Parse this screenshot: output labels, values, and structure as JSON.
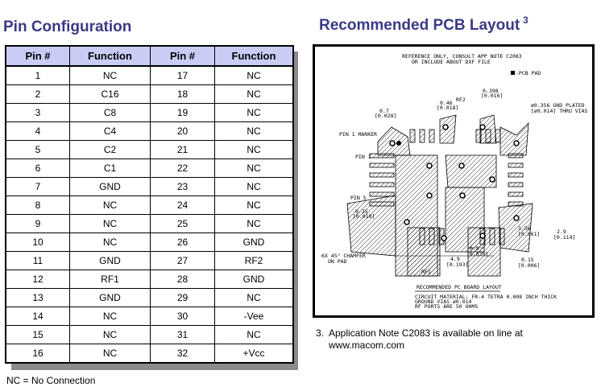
{
  "pin_config": {
    "title": "Pin Configuration",
    "headers": [
      "Pin #",
      "Function",
      "Pin #",
      "Function"
    ],
    "rows": [
      [
        "1",
        "NC",
        "17",
        "NC"
      ],
      [
        "2",
        "C16",
        "18",
        "NC"
      ],
      [
        "3",
        "C8",
        "19",
        "NC"
      ],
      [
        "4",
        "C4",
        "20",
        "NC"
      ],
      [
        "5",
        "C2",
        "21",
        "NC"
      ],
      [
        "6",
        "C1",
        "22",
        "NC"
      ],
      [
        "7",
        "GND",
        "23",
        "NC"
      ],
      [
        "8",
        "NC",
        "24",
        "NC"
      ],
      [
        "9",
        "NC",
        "25",
        "NC"
      ],
      [
        "10",
        "NC",
        "26",
        "GND"
      ],
      [
        "11",
        "GND",
        "27",
        "RF2"
      ],
      [
        "12",
        "RF1",
        "28",
        "GND"
      ],
      [
        "13",
        "GND",
        "29",
        "NC"
      ],
      [
        "14",
        "NC",
        "30",
        "-Vee"
      ],
      [
        "15",
        "NC",
        "31",
        "NC"
      ],
      [
        "16",
        "NC",
        "32",
        "+Vcc"
      ]
    ],
    "footnote": "NC = No Connection"
  },
  "pcb": {
    "title": "Recommended PCB Layout",
    "title_ref": "3",
    "drawing": {
      "header1": "REFERENCE ONLY, CONSULT APP NOTE C2083",
      "header2": "OR INCLUDE ABOUT DXF FILE",
      "pad_legend": "-PCB PAD",
      "dim_0398": "0.398",
      "dim_0398b": "[0.016]",
      "rf2": "RF2",
      "dim_046": "0.46",
      "dim_046b": "[0.018]",
      "dim_07": "0.7",
      "dim_07b": "[0.028]",
      "vias1": "ø0.356 GND PLATED",
      "vias2": "[ø0.014] THRU VIAS",
      "pin1_marker": "PIN 1 MARKER",
      "pin1": "PIN 1",
      "pin5": "PIN 5",
      "dim_156": "1.56",
      "dim_156b": "[0.061]",
      "dim_29": "2.9",
      "dim_29b": "[0.114]",
      "dim_025": "0.25",
      "dim_025b": "[0.010]",
      "chamfer1": "6X 45° CHAMFER",
      "chamfer2": "ON PAD",
      "dim_05": "0.5",
      "dim_05b": "[0.020]",
      "dim_49": "4.9",
      "dim_49b": "[0.193]",
      "dim_015": "0.15",
      "dim_015b": "[0.006]",
      "rf1": "RF1",
      "caption": "RECOMMENDED PC BOARD LAYOUT",
      "spec1": "CIRCUIT MATERIAL: FR-4 TETRA 0.008 INCH THICK",
      "spec2": "GROUND VIAS ø0.014",
      "spec3": "RF PORTS ARE 50 OHMS"
    },
    "note_num": "3.",
    "note_line1": "Application Note C2083 is available on line at",
    "note_line2": "www.macom.com"
  }
}
